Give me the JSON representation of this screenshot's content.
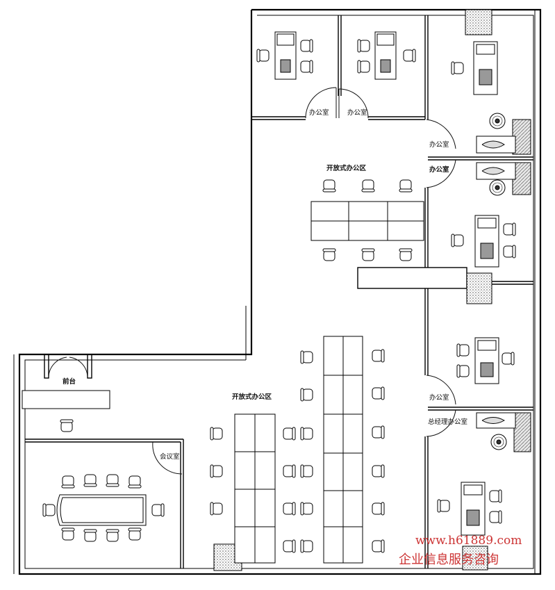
{
  "labels": {
    "office_a": "办公室",
    "office_b": "办公室",
    "office_c": "办公室",
    "office_d": "办公室",
    "office_e": "办公室",
    "open_area_top": "开放式办公区",
    "open_area_bottom": "开放式办公区",
    "reception": "前台",
    "meeting_room": "会议室",
    "gm_office": "总经理办公室"
  },
  "watermark": {
    "url": "www.h61889.com",
    "text": "企业信息服务咨询",
    "color": "#cc3333"
  },
  "colors": {
    "wall": "#000000",
    "line": "#222222",
    "hatch": "#777777"
  }
}
